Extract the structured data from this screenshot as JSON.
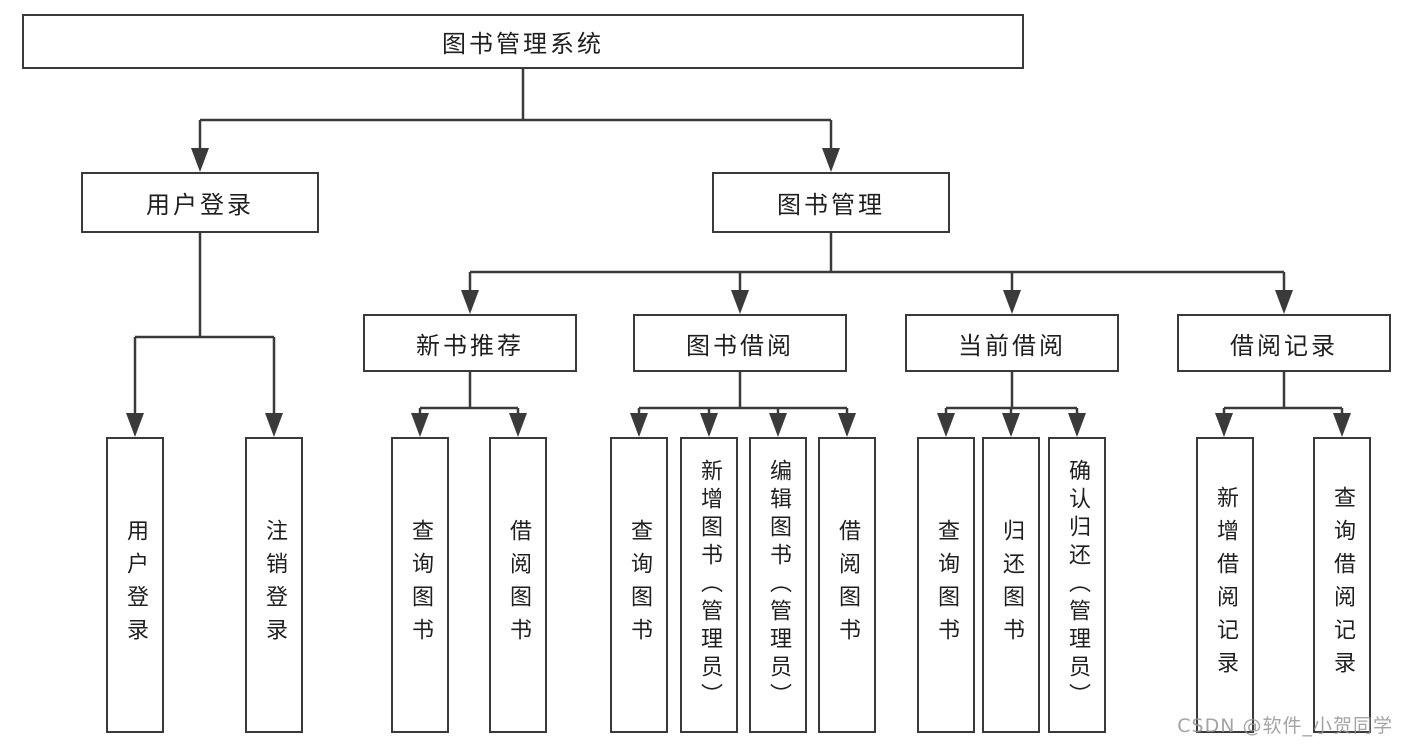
{
  "diagram_type": "hierarchy-tree",
  "colors": {
    "background": "#ffffff",
    "line": "#3a3a3a",
    "box_border": "#3a3a3a",
    "box_fill": "#ffffff",
    "text": "#1f1f1f",
    "watermark": "#949494"
  },
  "tree": {
    "label": "图书管理系统",
    "children": [
      {
        "label": "用户登录",
        "children": [
          {
            "label": "用户登录"
          },
          {
            "label": "注销登录"
          }
        ]
      },
      {
        "label": "图书管理",
        "children": [
          {
            "label": "新书推荐",
            "children": [
              {
                "label": "查询图书"
              },
              {
                "label": "借阅图书"
              }
            ]
          },
          {
            "label": "图书借阅",
            "children": [
              {
                "label": "查询图书"
              },
              {
                "label": "新增图书（管理员）"
              },
              {
                "label": "编辑图书（管理员）"
              },
              {
                "label": "借阅图书"
              }
            ]
          },
          {
            "label": "当前借阅",
            "children": [
              {
                "label": "查询图书"
              },
              {
                "label": "归还图书"
              },
              {
                "label": "确认归还（管理员）"
              }
            ]
          },
          {
            "label": "借阅记录",
            "children": [
              {
                "label": "新增借阅记录"
              },
              {
                "label": "查询借阅记录"
              }
            ]
          }
        ]
      }
    ]
  },
  "watermark": {
    "text": "CSDN @软件_小贺同学"
  }
}
